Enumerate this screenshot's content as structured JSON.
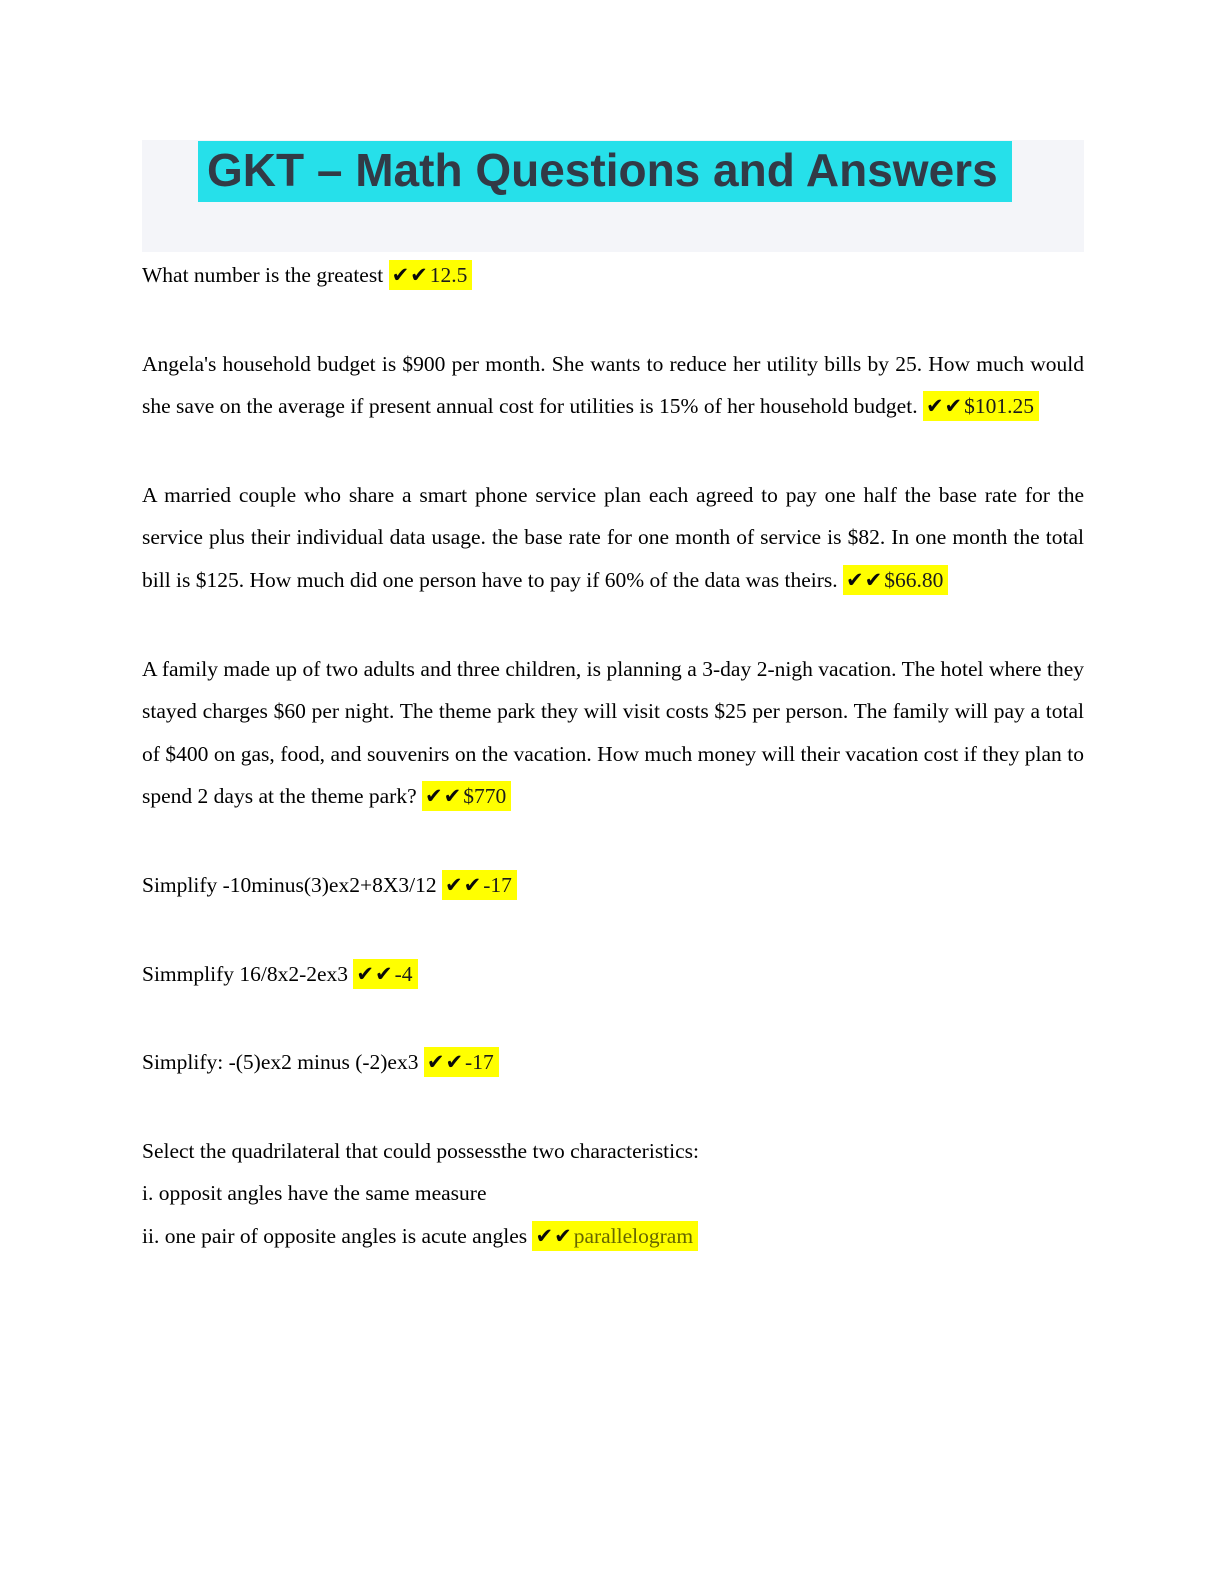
{
  "title": "GKT – Math Questions and Answers",
  "checkmark": "✔✔",
  "colors": {
    "title_highlight": "#26e0ea",
    "title_text": "#323a46",
    "band_bg": "#f4f5f9",
    "answer_highlight": "#ffff00",
    "body_text": "#000000",
    "answer_text": "#1c1c1c",
    "answer_text_olive": "#666600"
  },
  "questions": [
    {
      "text": "What number is the greatest ",
      "answer": "12.5"
    },
    {
      "text": "Angela's household budget is $900 per month. She wants to reduce her utility bills by 25. How much would she save on the average if present annual cost for utilities is 15% of her household budget. ",
      "answer": "$101.25"
    },
    {
      "text": "A married couple who share a smart phone service plan each agreed to pay one half the base rate for the service plus their individual data usage. the base rate for one month of service is $82. In one month the total bill is $125. How much did one person have to pay if 60% of the data was theirs. ",
      "answer": "$66.80"
    },
    {
      "text": "A family made up of two adults and three children, is planning a 3-day 2-nigh vacation. The hotel where they stayed charges $60 per night. The theme park they will visit costs $25 per person. The family will pay a total of $400 on gas, food, and souvenirs on the vacation. How much money will their vacation cost if they plan to spend 2 days at the theme park? ",
      "answer": "$770"
    },
    {
      "text": "Simplify -10minus(3)ex2+8X3/12 ",
      "answer": "-17"
    },
    {
      "text": "Simmplify 16/8x2-2ex3 ",
      "answer": "-4"
    },
    {
      "text": "Simplify: -(5)ex2 minus (-2)ex3 ",
      "answer": "-17"
    },
    {
      "pre_lines": [
        "Select the quadrilateral that could possessthe two characteristics:",
        "i. opposit angles have the same measure"
      ],
      "text": "ii. one pair of opposite angles is acute angles ",
      "answer": "parallelogram",
      "answer_color": "#666600"
    }
  ]
}
